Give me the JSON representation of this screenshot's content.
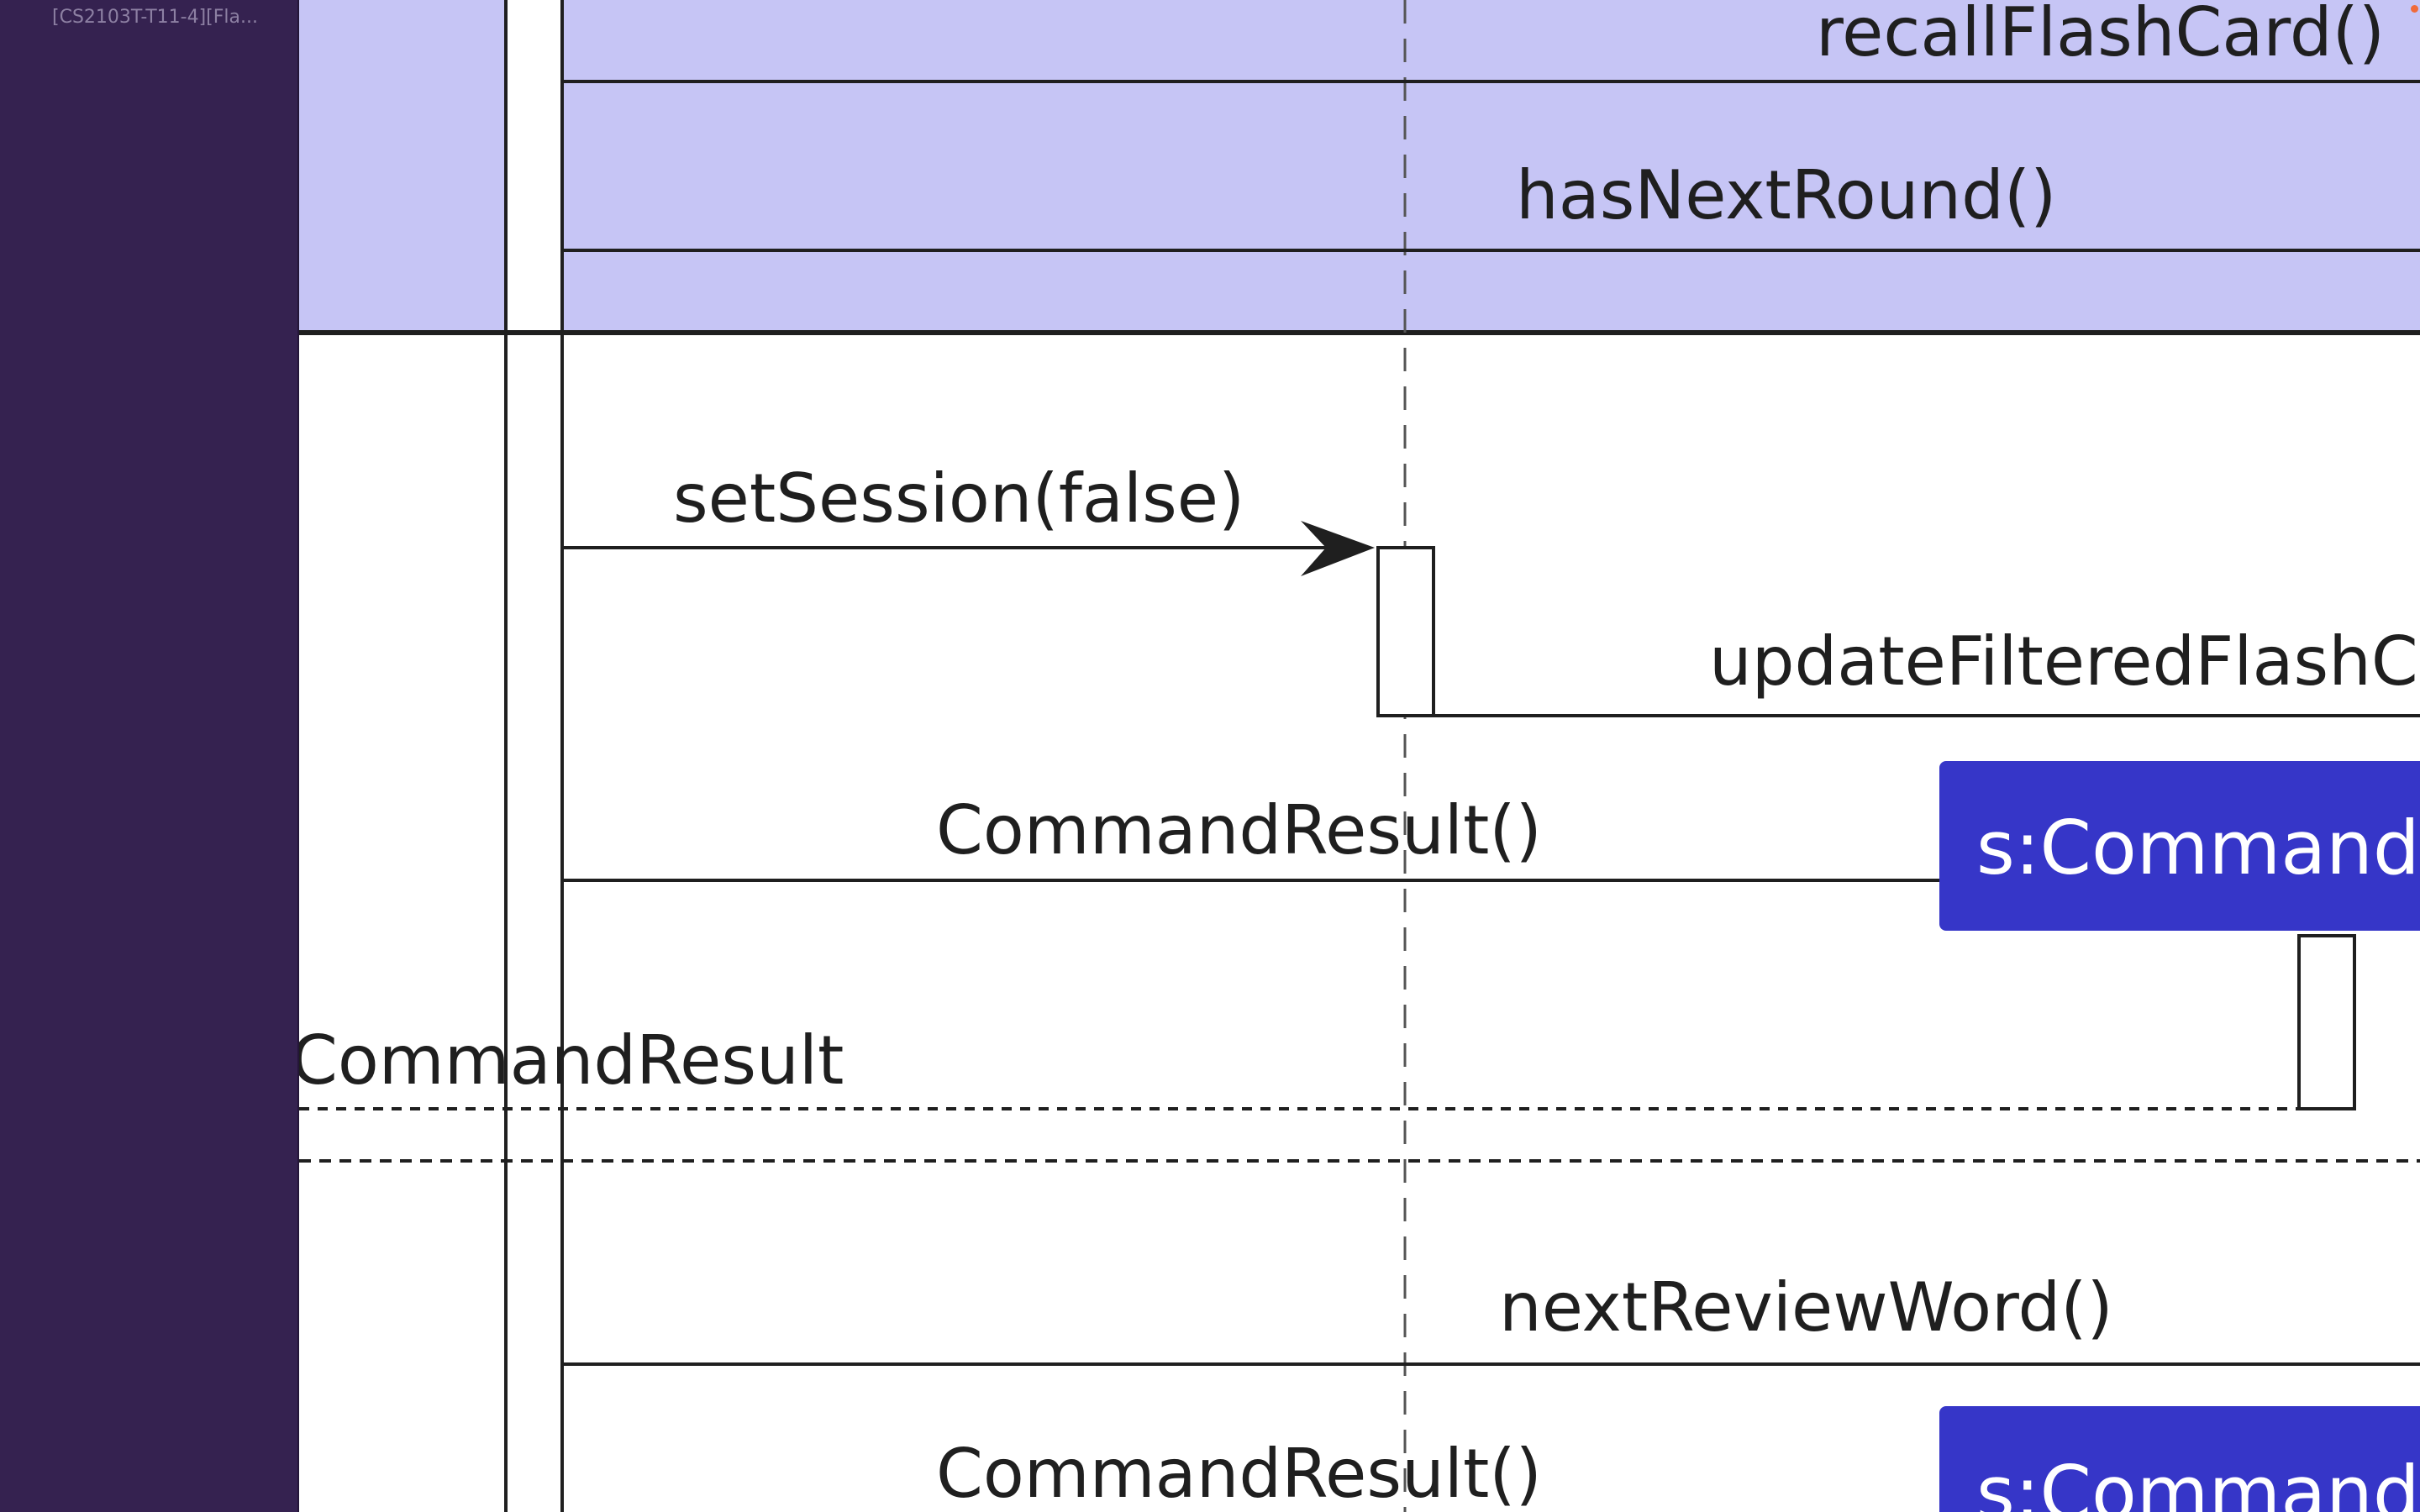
{
  "window": {
    "sidebar_title": "[CS2103T-T11-4][Fla..."
  },
  "diagram": {
    "messages": {
      "recall": "recallFlashCard()",
      "has_next_round": "hasNextRound()",
      "set_session": "setSession(false)",
      "update_filtered": "updateFilteredFlashC",
      "command_result_call_1": "CommandResult()",
      "command_result_return": "CommandResult",
      "next_review_word": "nextReviewWord()",
      "command_result_call_2": "CommandResult()"
    },
    "objects": {
      "command_result_1": "s:Command",
      "command_result_2": "s:Command"
    },
    "colors": {
      "loop_fragment": "#c6c5f5",
      "object_box": "#3636c8",
      "line": "#1f1f1f",
      "sidebar": "#352250"
    }
  }
}
